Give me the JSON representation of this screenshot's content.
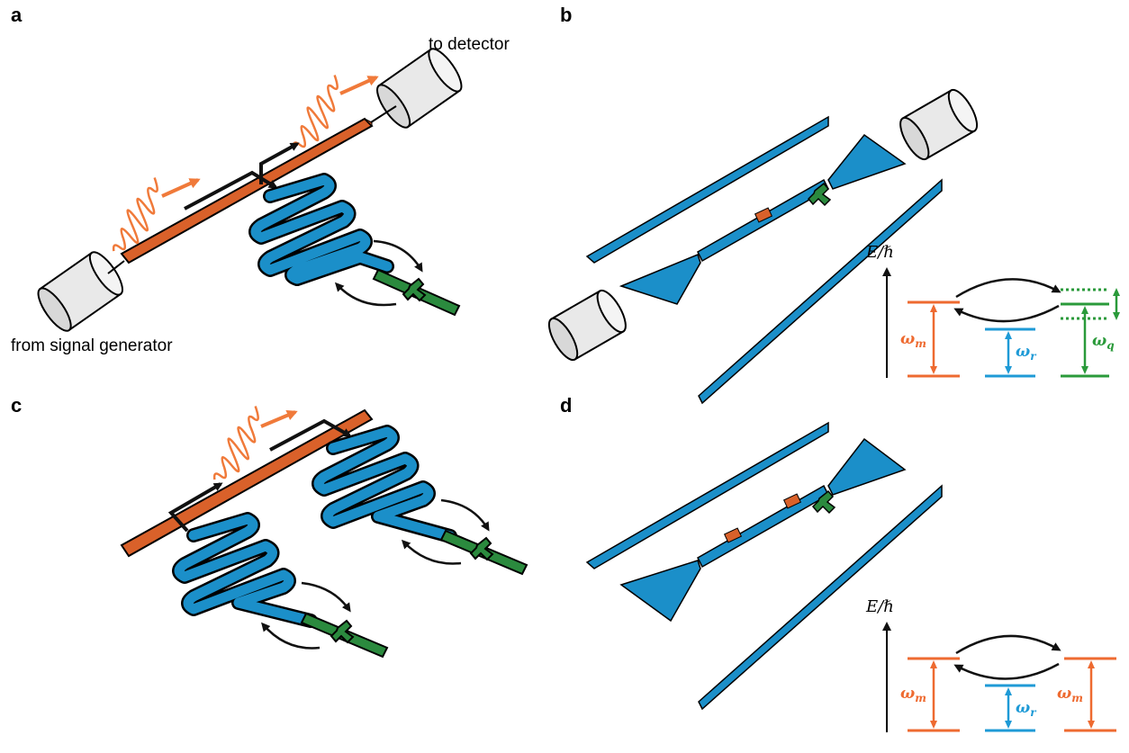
{
  "panels": {
    "a": {
      "letter": "a",
      "to_detector": "to detector",
      "from_generator": "from signal generator"
    },
    "b": {
      "letter": "b",
      "energy_axis": "E/ℏ",
      "level_labels": {
        "mechanical": {
          "symbol": "ω",
          "sub": "m"
        },
        "resonator": {
          "symbol": "ω",
          "sub": "r"
        },
        "qubit": {
          "symbol": "ω",
          "sub": "q"
        }
      }
    },
    "c": {
      "letter": "c"
    },
    "d": {
      "letter": "d",
      "energy_axis": "E/ℏ",
      "level_labels": {
        "mechanical_left": {
          "symbol": "ω",
          "sub": "m"
        },
        "resonator": {
          "symbol": "ω",
          "sub": "r"
        },
        "mechanical_right": {
          "symbol": "ω",
          "sub": "m"
        }
      }
    }
  },
  "colors": {
    "waveguide": "#d9612a",
    "resonator": "#1b8fc9",
    "qubit": "#2b8a3e",
    "wave": "#f07a3a",
    "mech_level": "#ee6a30",
    "res_level": "#1e9ad6",
    "qubit_level": "#2a9a3a",
    "connector": "#e9e9e9"
  },
  "icons": {
    "connector": "coax-connector-icon",
    "wavepacket": "microwave-pulse-icon",
    "transmon": "josephson-junction-icon"
  }
}
